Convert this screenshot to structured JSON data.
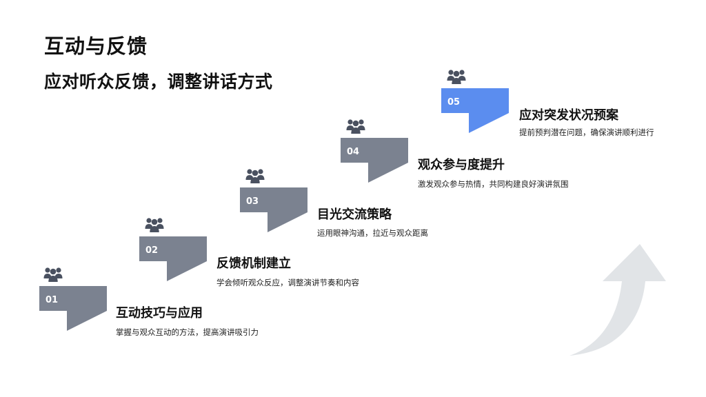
{
  "slide": {
    "title": "互动与反馈",
    "subtitle": "应对听众反馈，调整讲话方式"
  },
  "colors": {
    "step_gray": "#7b8290",
    "step_accent": "#5b8def",
    "icon": "#4a5160",
    "arrow": "#e1e4e7"
  },
  "steps": [
    {
      "number": "01",
      "title": "互动技巧与应用",
      "description": "掌握与观众互动的方法，提高演讲吸引力",
      "highlight": false,
      "icon": "people-group-icon"
    },
    {
      "number": "02",
      "title": "反馈机制建立",
      "description": "学会倾听观众反应，调整演讲节奏和内容",
      "highlight": false,
      "icon": "people-group-icon"
    },
    {
      "number": "03",
      "title": "目光交流策略",
      "description": "运用眼神沟通，拉近与观众距离",
      "highlight": false,
      "icon": "people-group-icon"
    },
    {
      "number": "04",
      "title": "观众参与度提升",
      "description": "激发观众参与热情，共同构建良好演讲氛围",
      "highlight": false,
      "icon": "people-group-icon"
    },
    {
      "number": "05",
      "title": "应对突发状况预案",
      "description": "提前预判潜在问题，确保演讲顺利进行",
      "highlight": true,
      "icon": "people-group-icon"
    }
  ]
}
